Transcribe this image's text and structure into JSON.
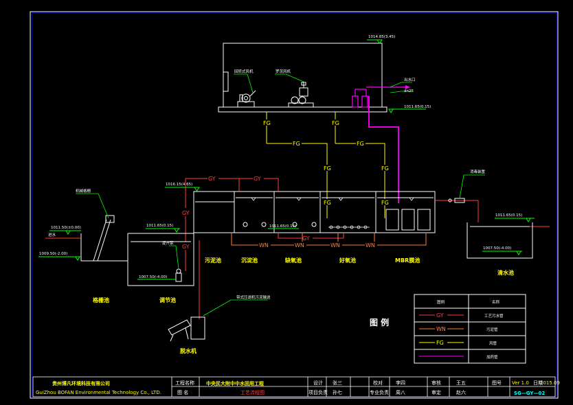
{
  "colors": {
    "background": "#000000",
    "outline": "#ffffff",
    "frame": "#0000ff",
    "gy": "#ff4040",
    "wn": "#ff8040",
    "fg": "#ffff00",
    "pink": "#ff00ff",
    "leader": "#00ff00",
    "title_yellow": "#ffff00",
    "title_cyan": "#00ffff"
  },
  "elevations": {
    "roof": "1014.85(3.45)",
    "floor": "1011.65(0.15)",
    "sludge_top": "1016.15(4.65)",
    "reg_top": "1011.65(0.15)",
    "reg_bottom": "1007.50(-4.00)",
    "grid_top": "1011.50(±0.00)",
    "grid_bottom": "1009.50(-2.00)",
    "tank_mid": "1011.65(0.15)",
    "clear_top": "1011.65(0.15)",
    "clear_bottom": "1007.50(-4.00)"
  },
  "line_tags": {
    "gy": "GY",
    "wn": "WN",
    "fg": "FG"
  },
  "equipment_labels": {
    "blower_a": "回转式风机",
    "blower_b": "罗茨风机",
    "outlet": "出水口",
    "outlet_size": "dn25",
    "grille": "机械格栅",
    "pump": "提升泵",
    "disinfect": "消毒装置",
    "dewater_note": "带式压滤机污泥输送"
  },
  "tank_names": {
    "grid": "格栅池",
    "regulate": "调节池",
    "sludge": "污泥池",
    "sediment": "沉淀池",
    "anoxic": "缺氧池",
    "aerobic": "好氧池",
    "mbr": "MBR膜池",
    "clear": "清水池",
    "dewater": "脱水机",
    "inflow": "进水"
  },
  "legend": {
    "title": "图 例",
    "header_symbol": "图例",
    "header_name": "名称",
    "rows": [
      {
        "tag": "GY",
        "name": "工艺污水管",
        "color": "#ff4040"
      },
      {
        "tag": "WN",
        "name": "污泥管",
        "color": "#ff8040"
      },
      {
        "tag": "FG",
        "name": "风管",
        "color": "#ffff00"
      },
      {
        "tag": "",
        "name": "加药管",
        "color": "#ff00ff"
      }
    ]
  },
  "title_block": {
    "company_cn": "贵州博凡环境科技有限公司",
    "company_en": "GuiZhou BOFAN Environmental Technology Co., LTD.",
    "project_label": "工程名称",
    "project_name": "中央民大附中中水回用工程",
    "drawing_label": "图 名",
    "drawing_name": "工艺流程图",
    "design_label": "设计",
    "design_value": "张三",
    "check_label": "校对",
    "check_value": "李四",
    "review_label": "审核",
    "review_value": "王五",
    "approve_label": "审定",
    "approve_value": "赵六",
    "lead_label": "项目负责",
    "lead_value": "孙七",
    "pro_label": "专业负责",
    "pro_value": "周八",
    "no_label": "图号",
    "version": "Ver 1.0",
    "date_label": "日期",
    "date_value": "2015.09",
    "drawing_no": "SG—GY—02"
  }
}
